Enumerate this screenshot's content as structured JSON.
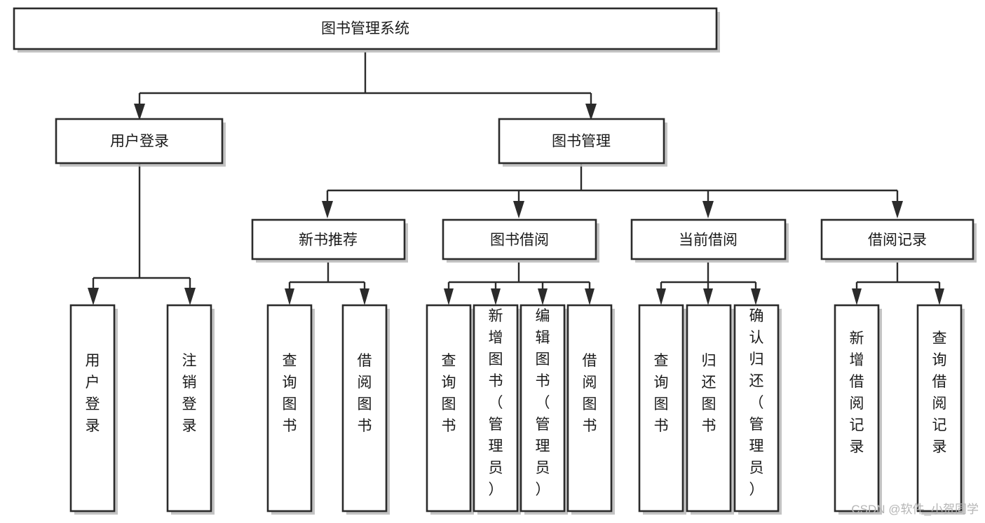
{
  "diagram": {
    "type": "tree-hierarchy",
    "title": "图书管理系统",
    "watermark": "CSDN @软件_小贺同学",
    "colors": {
      "box_stroke": "#2b2b2b",
      "box_fill": "#ffffff",
      "connector": "#2b2b2b",
      "shadow": "#b8b8b8",
      "watermark": "#b5b5b5",
      "background": "#ffffff"
    },
    "levels": [
      {
        "level": 1,
        "nodes": [
          {
            "id": "root",
            "label": "图书管理系统",
            "orientation": "horizontal"
          }
        ]
      },
      {
        "level": 2,
        "nodes": [
          {
            "id": "user-login",
            "label": "用户登录",
            "orientation": "horizontal",
            "parent": "root"
          },
          {
            "id": "book-manage",
            "label": "图书管理",
            "orientation": "horizontal",
            "parent": "root"
          }
        ]
      },
      {
        "level": 3,
        "nodes": [
          {
            "id": "new-book-rec",
            "label": "新书推荐",
            "orientation": "horizontal",
            "parent": "book-manage"
          },
          {
            "id": "book-borrow",
            "label": "图书借阅",
            "orientation": "horizontal",
            "parent": "book-manage"
          },
          {
            "id": "current-borrow",
            "label": "当前借阅",
            "orientation": "horizontal",
            "parent": "book-manage"
          },
          {
            "id": "borrow-record",
            "label": "借阅记录",
            "orientation": "horizontal",
            "parent": "book-manage"
          }
        ]
      },
      {
        "level": 4,
        "nodes": [
          {
            "id": "leaf-user-login",
            "label": "用户登录",
            "orientation": "vertical",
            "parent": "user-login"
          },
          {
            "id": "leaf-user-logout",
            "label": "注销登录",
            "orientation": "vertical",
            "parent": "user-login"
          },
          {
            "id": "leaf-rec-query",
            "label": "查询图书",
            "orientation": "vertical",
            "parent": "new-book-rec"
          },
          {
            "id": "leaf-rec-borrow",
            "label": "借阅图书",
            "orientation": "vertical",
            "parent": "new-book-rec"
          },
          {
            "id": "leaf-borrow-query",
            "label": "查询图书",
            "orientation": "vertical",
            "parent": "book-borrow"
          },
          {
            "id": "leaf-borrow-add",
            "label": "新增图书（管理员）",
            "orientation": "vertical",
            "parent": "book-borrow"
          },
          {
            "id": "leaf-borrow-edit",
            "label": "编辑图书（管理员）",
            "orientation": "vertical",
            "parent": "book-borrow"
          },
          {
            "id": "leaf-borrow-take",
            "label": "借阅图书",
            "orientation": "vertical",
            "parent": "book-borrow"
          },
          {
            "id": "leaf-current-query",
            "label": "查询图书",
            "orientation": "vertical",
            "parent": "current-borrow"
          },
          {
            "id": "leaf-current-return",
            "label": "归还图书",
            "orientation": "vertical",
            "parent": "current-borrow"
          },
          {
            "id": "leaf-current-confirm",
            "label": "确认归还（管理员）",
            "orientation": "vertical",
            "parent": "current-borrow"
          },
          {
            "id": "leaf-record-add",
            "label": "新增借阅记录",
            "orientation": "vertical",
            "parent": "borrow-record"
          },
          {
            "id": "leaf-record-query",
            "label": "查询借阅记录",
            "orientation": "vertical",
            "parent": "borrow-record"
          }
        ]
      }
    ]
  }
}
